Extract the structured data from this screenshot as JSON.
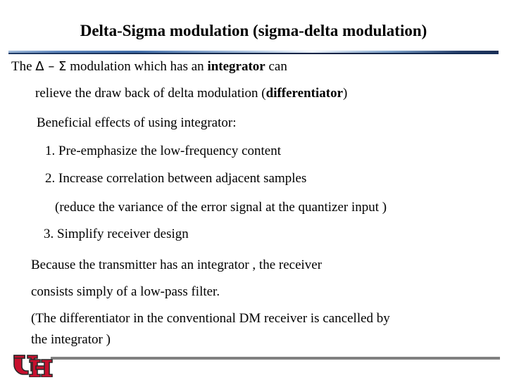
{
  "slide": {
    "title": "Delta-Sigma modulation (sigma-delta modulation)",
    "lines": {
      "l1_a": "The ",
      "l1_sym": "Δ – Σ",
      "l1_b": "  modulation which has an ",
      "l1_bold": "integrator",
      "l1_c": " can",
      "l2_a": "relieve the  draw back of delta modulation (",
      "l2_bold": "differentiator",
      "l2_b": ")",
      "l3": "Beneficial effects of using integrator:",
      "l4": "1. Pre-emphasize the low-frequency content",
      "l5": "2. Increase correlation between adjacent samples",
      "l6": "(reduce the variance of the error signal at the quantizer input )",
      "l7": "3. Simplify receiver design",
      "l8": "Because the transmitter has an integrator , the receiver",
      "l9": "consists simply of a low-pass filter.",
      "l10": "(The differentiator in the conventional DM receiver is cancelled by",
      "l11": "the integrator )"
    }
  },
  "footer": {
    "logo_name": "university-of-houston-uh-logo",
    "logo_text": "UH"
  },
  "colors": {
    "text": "#000000",
    "rule_gradient_start": "#5f87bd",
    "rule_gradient_end": "#1b2f55",
    "footer_rule": "#808080",
    "logo_red": "#c8102e",
    "logo_outline": "#2b2b2b"
  }
}
